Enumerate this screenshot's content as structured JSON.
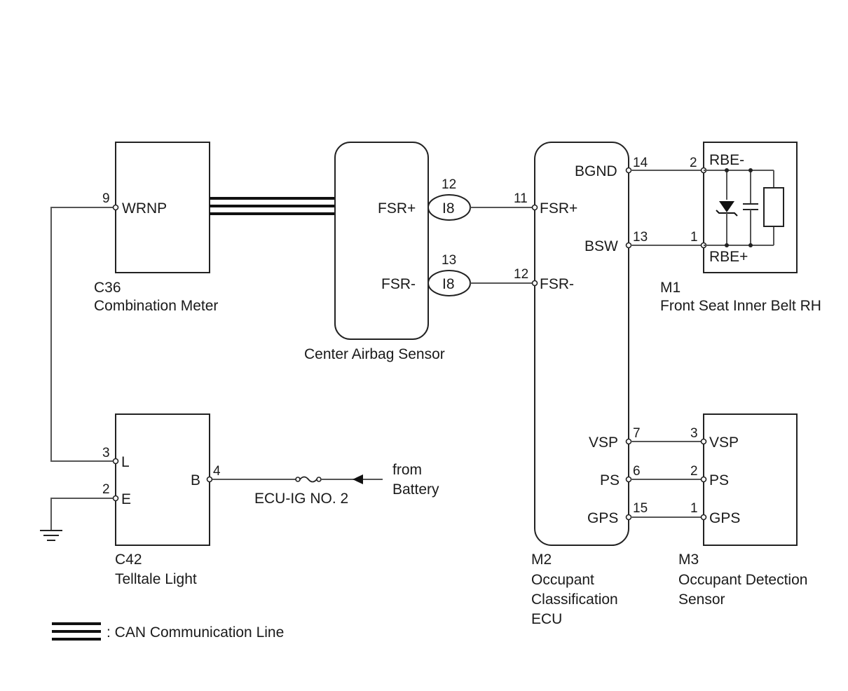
{
  "components": {
    "combination_meter": {
      "code": "C36",
      "name": "Combination Meter",
      "terminal": "WRNP",
      "pin": "9"
    },
    "center_airbag_sensor": {
      "name": "Center Airbag Sensor",
      "terminal_plus": "FSR+",
      "terminal_minus": "FSR-",
      "pin_plus": "12",
      "pin_minus": "13",
      "connector_plus": "I8",
      "connector_minus": "I8"
    },
    "occupant_ecu": {
      "code": "M2",
      "name_line1": "Occupant",
      "name_line2": "Classification",
      "name_line3": "ECU",
      "fsr_plus": "FSR+",
      "fsr_plus_pin": "11",
      "fsr_minus": "FSR-",
      "fsr_minus_pin": "12",
      "bgnd": "BGND",
      "bgnd_pin": "14",
      "bsw": "BSW",
      "bsw_pin": "13",
      "vsp": "VSP",
      "vsp_pin": "7",
      "ps": "PS",
      "ps_pin": "6",
      "gps": "GPS",
      "gps_pin": "15"
    },
    "belt": {
      "code": "M1",
      "name": "Front Seat Inner Belt RH",
      "rbe_minus": "RBE-",
      "rbe_minus_pin": "2",
      "rbe_plus": "RBE+",
      "rbe_plus_pin": "1"
    },
    "detection_sensor": {
      "code": "M3",
      "name_line1": "Occupant Detection",
      "name_line2": "Sensor",
      "vsp": "VSP",
      "vsp_pin": "3",
      "ps": "PS",
      "ps_pin": "2",
      "gps": "GPS",
      "gps_pin": "1"
    },
    "telltale": {
      "code": "C42",
      "name": "Telltale Light",
      "l": "L",
      "l_pin": "3",
      "e": "E",
      "e_pin": "2",
      "b": "B",
      "b_pin": "4"
    }
  },
  "fuse": {
    "label": "ECU-IG NO. 2"
  },
  "source": {
    "line1": "from",
    "line2": "Battery"
  },
  "legend": {
    "label": ": CAN Communication Line"
  }
}
